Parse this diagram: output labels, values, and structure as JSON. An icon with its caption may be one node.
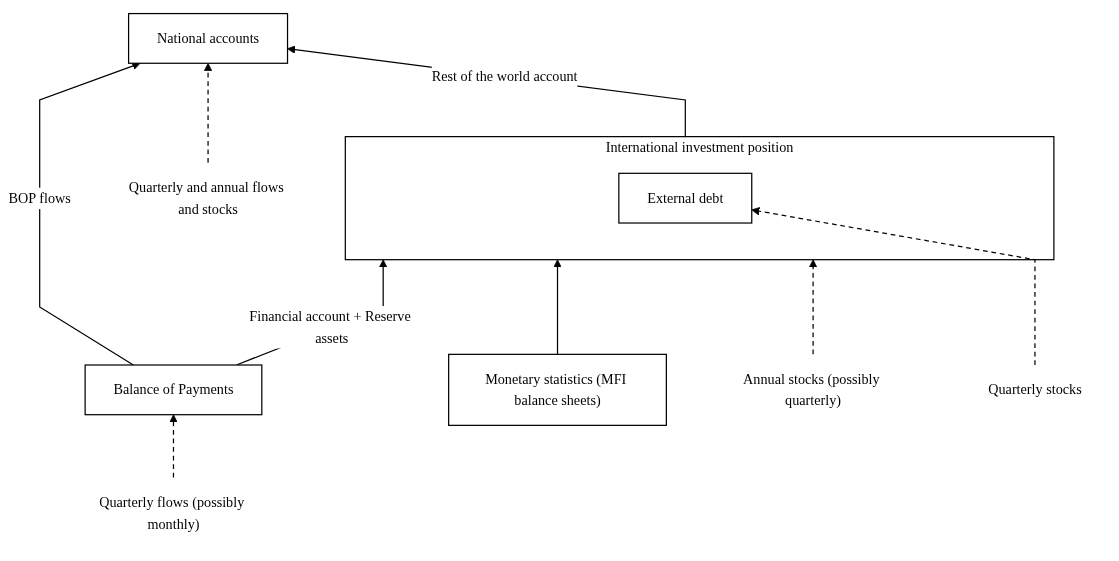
{
  "diagram": {
    "nodes": [
      {
        "text": [
          "Balance of Payments"
        ]
      },
      {
        "text": [
          "Monetary statistics (MFI balance sheets)"
        ]
      },
      {
        "text": [
          "International investment position"
        ]
      },
      {
        "text": [
          "External debt"
        ],
        "in": 2
      },
      {
        "text": [
          "National accounts"
        ]
      },
      {
        "text": [
          "Quarterly flows (possibly monthly)"
        ]
      },
      {
        "text": [
          "Annual stocks (possibly quarterly)"
        ]
      },
      {
        "text": [
          "Quarterly stocks"
        ]
      },
      {
        "text": [
          "Quarterly and annual flows and stocks"
        ]
      }
    ],
    "edges": [
      {
        "from": 0,
        "to": 4,
        "arrow": "to",
        "label": "BOP flows"
      },
      {
        "from": 1,
        "to": 2,
        "arrow": "to"
      },
      {
        "from": 0,
        "to": 2,
        "arrow": "to",
        "label": "Financial account + Reserve assets"
      },
      {
        "from": 2,
        "to": 4,
        "arrow": "to",
        "label": "Rest of the world account"
      },
      {
        "from": 5,
        "to": 0,
        "arrow": "to",
        "style": "dashed"
      },
      {
        "from": 6,
        "to": 2,
        "arrow": "to",
        "style": "dashed"
      },
      {
        "from": 7,
        "to": 3,
        "arrow": "to",
        "style": "dashed"
      },
      {
        "from": 8,
        "to": 4,
        "arrow": "to",
        "style": "dashed"
      }
    ]
  }
}
